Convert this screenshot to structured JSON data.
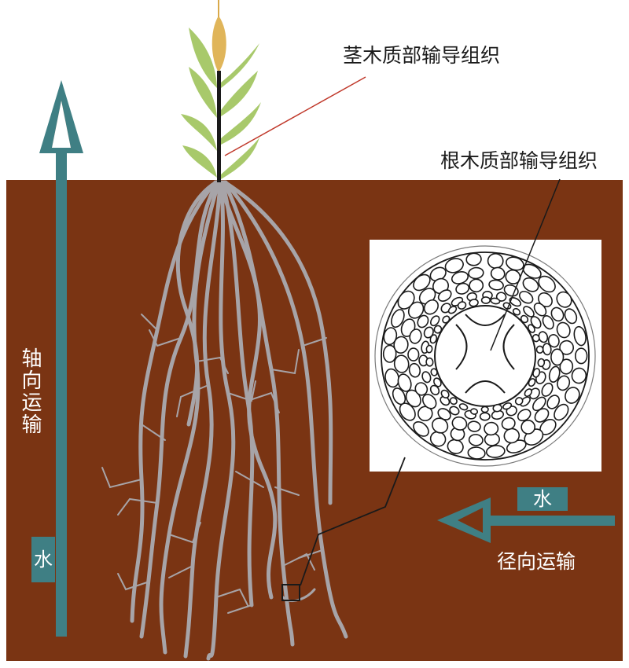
{
  "labels": {
    "stem_xylem": "茎木质部输导组织",
    "root_xylem": "根木质部输导组织",
    "axial_transport": "轴向运输",
    "radial_transport": "径向运输",
    "water_axial": "水",
    "water_radial": "水"
  },
  "colors": {
    "soil": "#7a3413",
    "root": "#a7a4a8",
    "arrow": "#3f7f84",
    "leaf": "#a8c96b",
    "spike": "#e0b55a",
    "stem_leader": "#c0392b"
  },
  "icons": {
    "plant": "wheat-plant-icon",
    "cross_section": "root-cross-section-icon"
  }
}
